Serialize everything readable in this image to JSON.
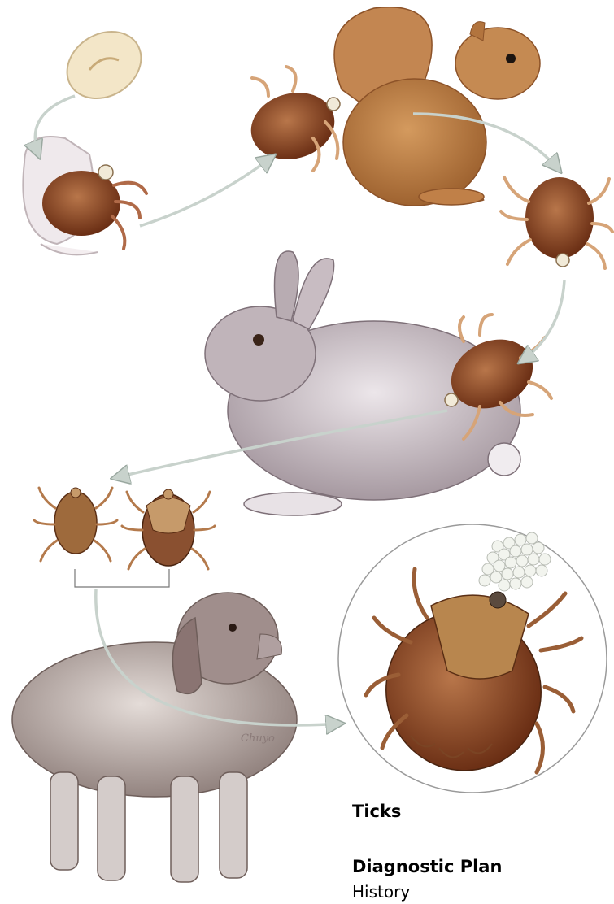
{
  "diagram": {
    "subject": "tick-life-cycle",
    "stages": [
      {
        "name": "egg",
        "color": "#f2e4c4"
      },
      {
        "name": "hatching-larva",
        "color": "#a8743c"
      },
      {
        "name": "larva-on-squirrel",
        "color": "#8a4a22"
      },
      {
        "name": "nymph",
        "color": "#7a3a1c"
      },
      {
        "name": "nymph-on-rabbit",
        "color": "#8a4420"
      },
      {
        "name": "adult-male",
        "color": "#9a6a3c"
      },
      {
        "name": "adult-female",
        "color": "#8a5030"
      },
      {
        "name": "engorged-female-laying-eggs",
        "color": "#8a4420"
      }
    ],
    "hosts": [
      {
        "name": "squirrel",
        "color": "#b5743e"
      },
      {
        "name": "rabbit",
        "color": "#b6aab0"
      },
      {
        "name": "dog",
        "color": "#a89890"
      }
    ],
    "signature": "Chuyo",
    "arrow_color": "#c8d2cc"
  },
  "caption": {
    "title": "Ticks",
    "subtitle": "Diagnostic Plan",
    "item": "History"
  }
}
